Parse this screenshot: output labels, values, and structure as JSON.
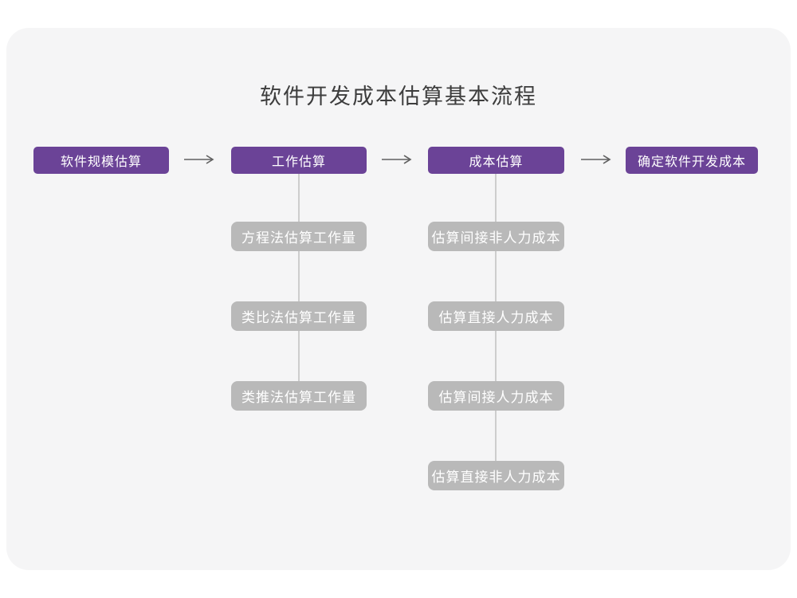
{
  "title": "软件开发成本估算基本流程",
  "colors": {
    "page_bg": "#ffffff",
    "card_bg": "#f5f5f6",
    "stage_box": "#6b4397",
    "sub_box": "#b9b9b9",
    "box_text": "#ffffff",
    "title_text": "#3d3d3d",
    "connector": "#cdcdcd",
    "arrow": "#606060"
  },
  "flow": {
    "stages": [
      {
        "label": "软件规模估算",
        "children": []
      },
      {
        "label": "工作估算",
        "children": [
          "方程法估算工作量",
          "类比法估算工作量",
          "类推法估算工作量"
        ]
      },
      {
        "label": "成本估算",
        "children": [
          "估算间接非人力成本",
          "估算直接人力成本",
          "估算间接人力成本",
          "估算直接非人力成本"
        ]
      },
      {
        "label": "确定软件开发成本",
        "children": []
      }
    ]
  }
}
